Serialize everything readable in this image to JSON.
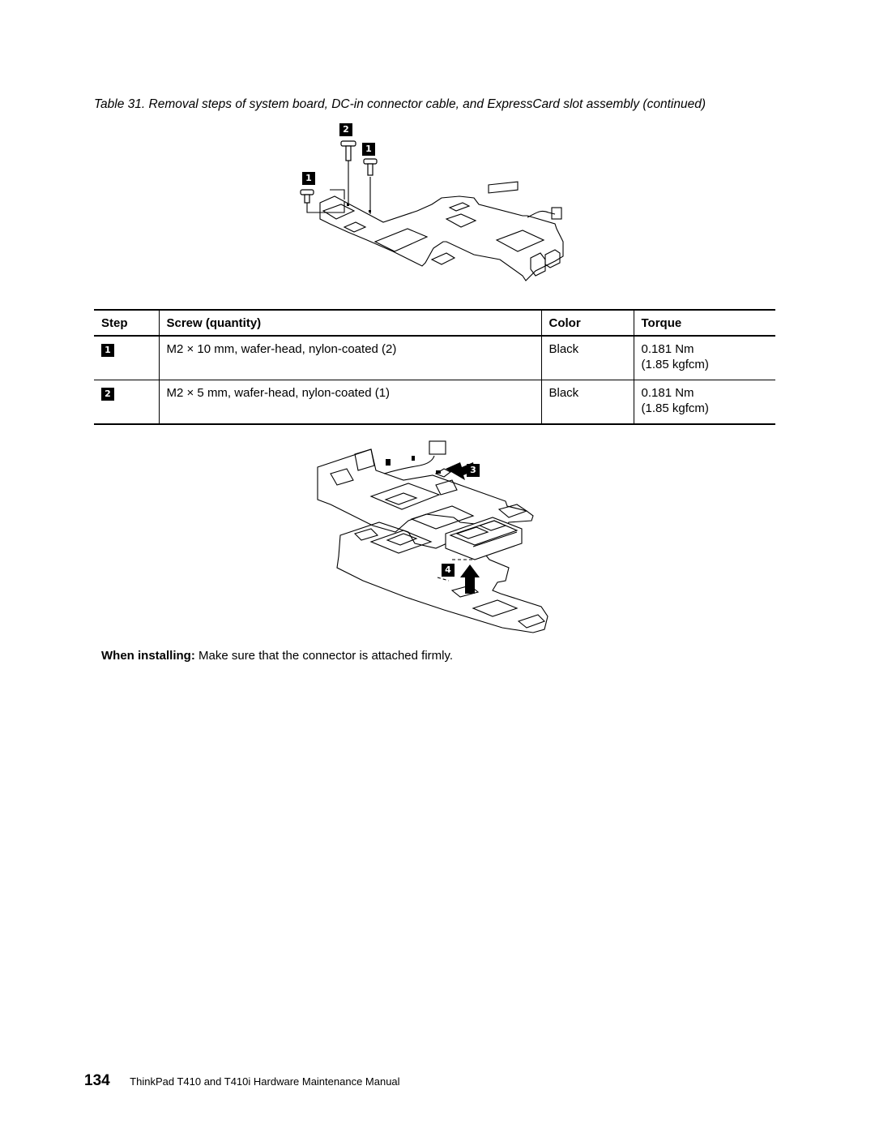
{
  "caption": "Table 31. Removal steps of system board, DC-in connector cable, and ExpressCard slot assembly (continued)",
  "figure1": {
    "callouts": [
      "2",
      "1",
      "1"
    ]
  },
  "table": {
    "headers": {
      "step": "Step",
      "screw": "Screw (quantity)",
      "color": "Color",
      "torque": "Torque"
    },
    "rows": [
      {
        "step": "1",
        "screw": "M2 × 10 mm, wafer-head, nylon-coated (2)",
        "color": "Black",
        "torque_nm": "0.181 Nm",
        "torque_kgfcm": "(1.85 kgfcm)"
      },
      {
        "step": "2",
        "screw": "M2 × 5 mm, wafer-head, nylon-coated (1)",
        "color": "Black",
        "torque_nm": "0.181 Nm",
        "torque_kgfcm": "(1.85 kgfcm)"
      }
    ]
  },
  "figure2": {
    "callouts": [
      "3",
      "4"
    ]
  },
  "note": {
    "label": "When installing:",
    "text": "Make sure that the connector is attached firmly."
  },
  "footer": {
    "page_number": "134",
    "manual_title": "ThinkPad T410 and T410i Hardware Maintenance Manual"
  }
}
